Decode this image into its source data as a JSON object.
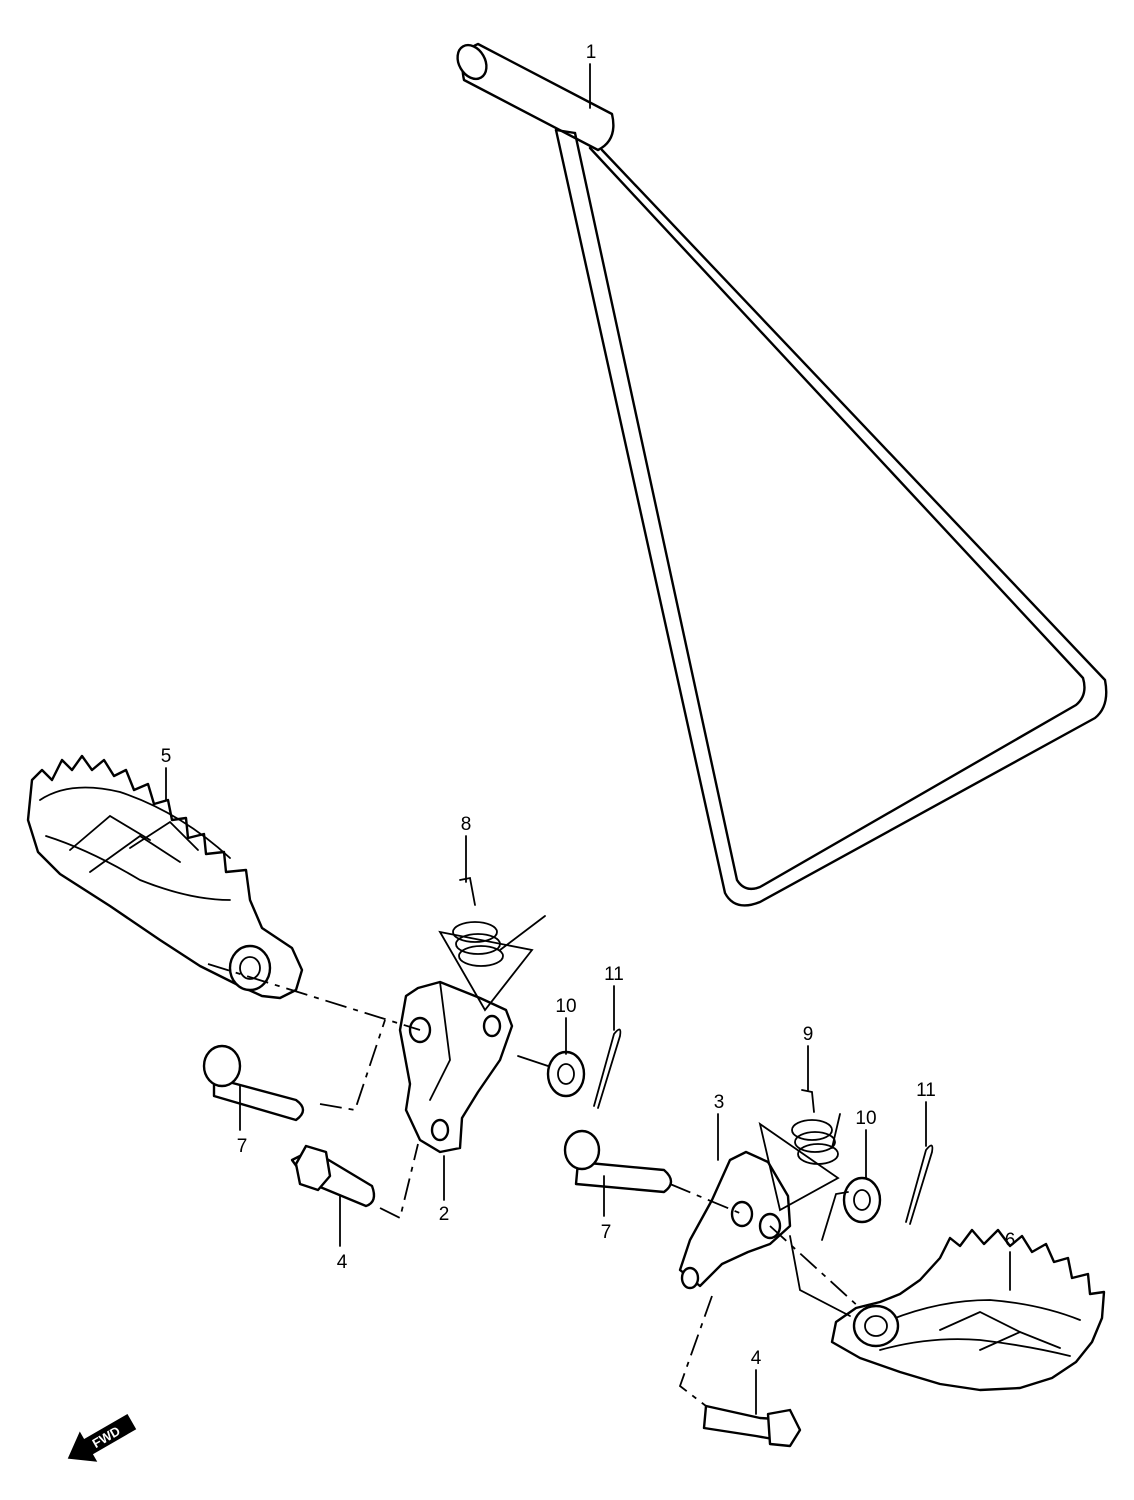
{
  "callouts": [
    {
      "id": "1",
      "label": "1"
    },
    {
      "id": "2",
      "label": "2"
    },
    {
      "id": "3",
      "label": "3"
    },
    {
      "id": "4a",
      "label": "4"
    },
    {
      "id": "4b",
      "label": "4"
    },
    {
      "id": "5",
      "label": "5"
    },
    {
      "id": "6",
      "label": "6"
    },
    {
      "id": "7a",
      "label": "7"
    },
    {
      "id": "7b",
      "label": "7"
    },
    {
      "id": "8",
      "label": "8"
    },
    {
      "id": "9",
      "label": "9"
    },
    {
      "id": "10a",
      "label": "10"
    },
    {
      "id": "10b",
      "label": "10"
    },
    {
      "id": "11a",
      "label": "11"
    },
    {
      "id": "11b",
      "label": "11"
    }
  ],
  "fwd_label": "FWD"
}
